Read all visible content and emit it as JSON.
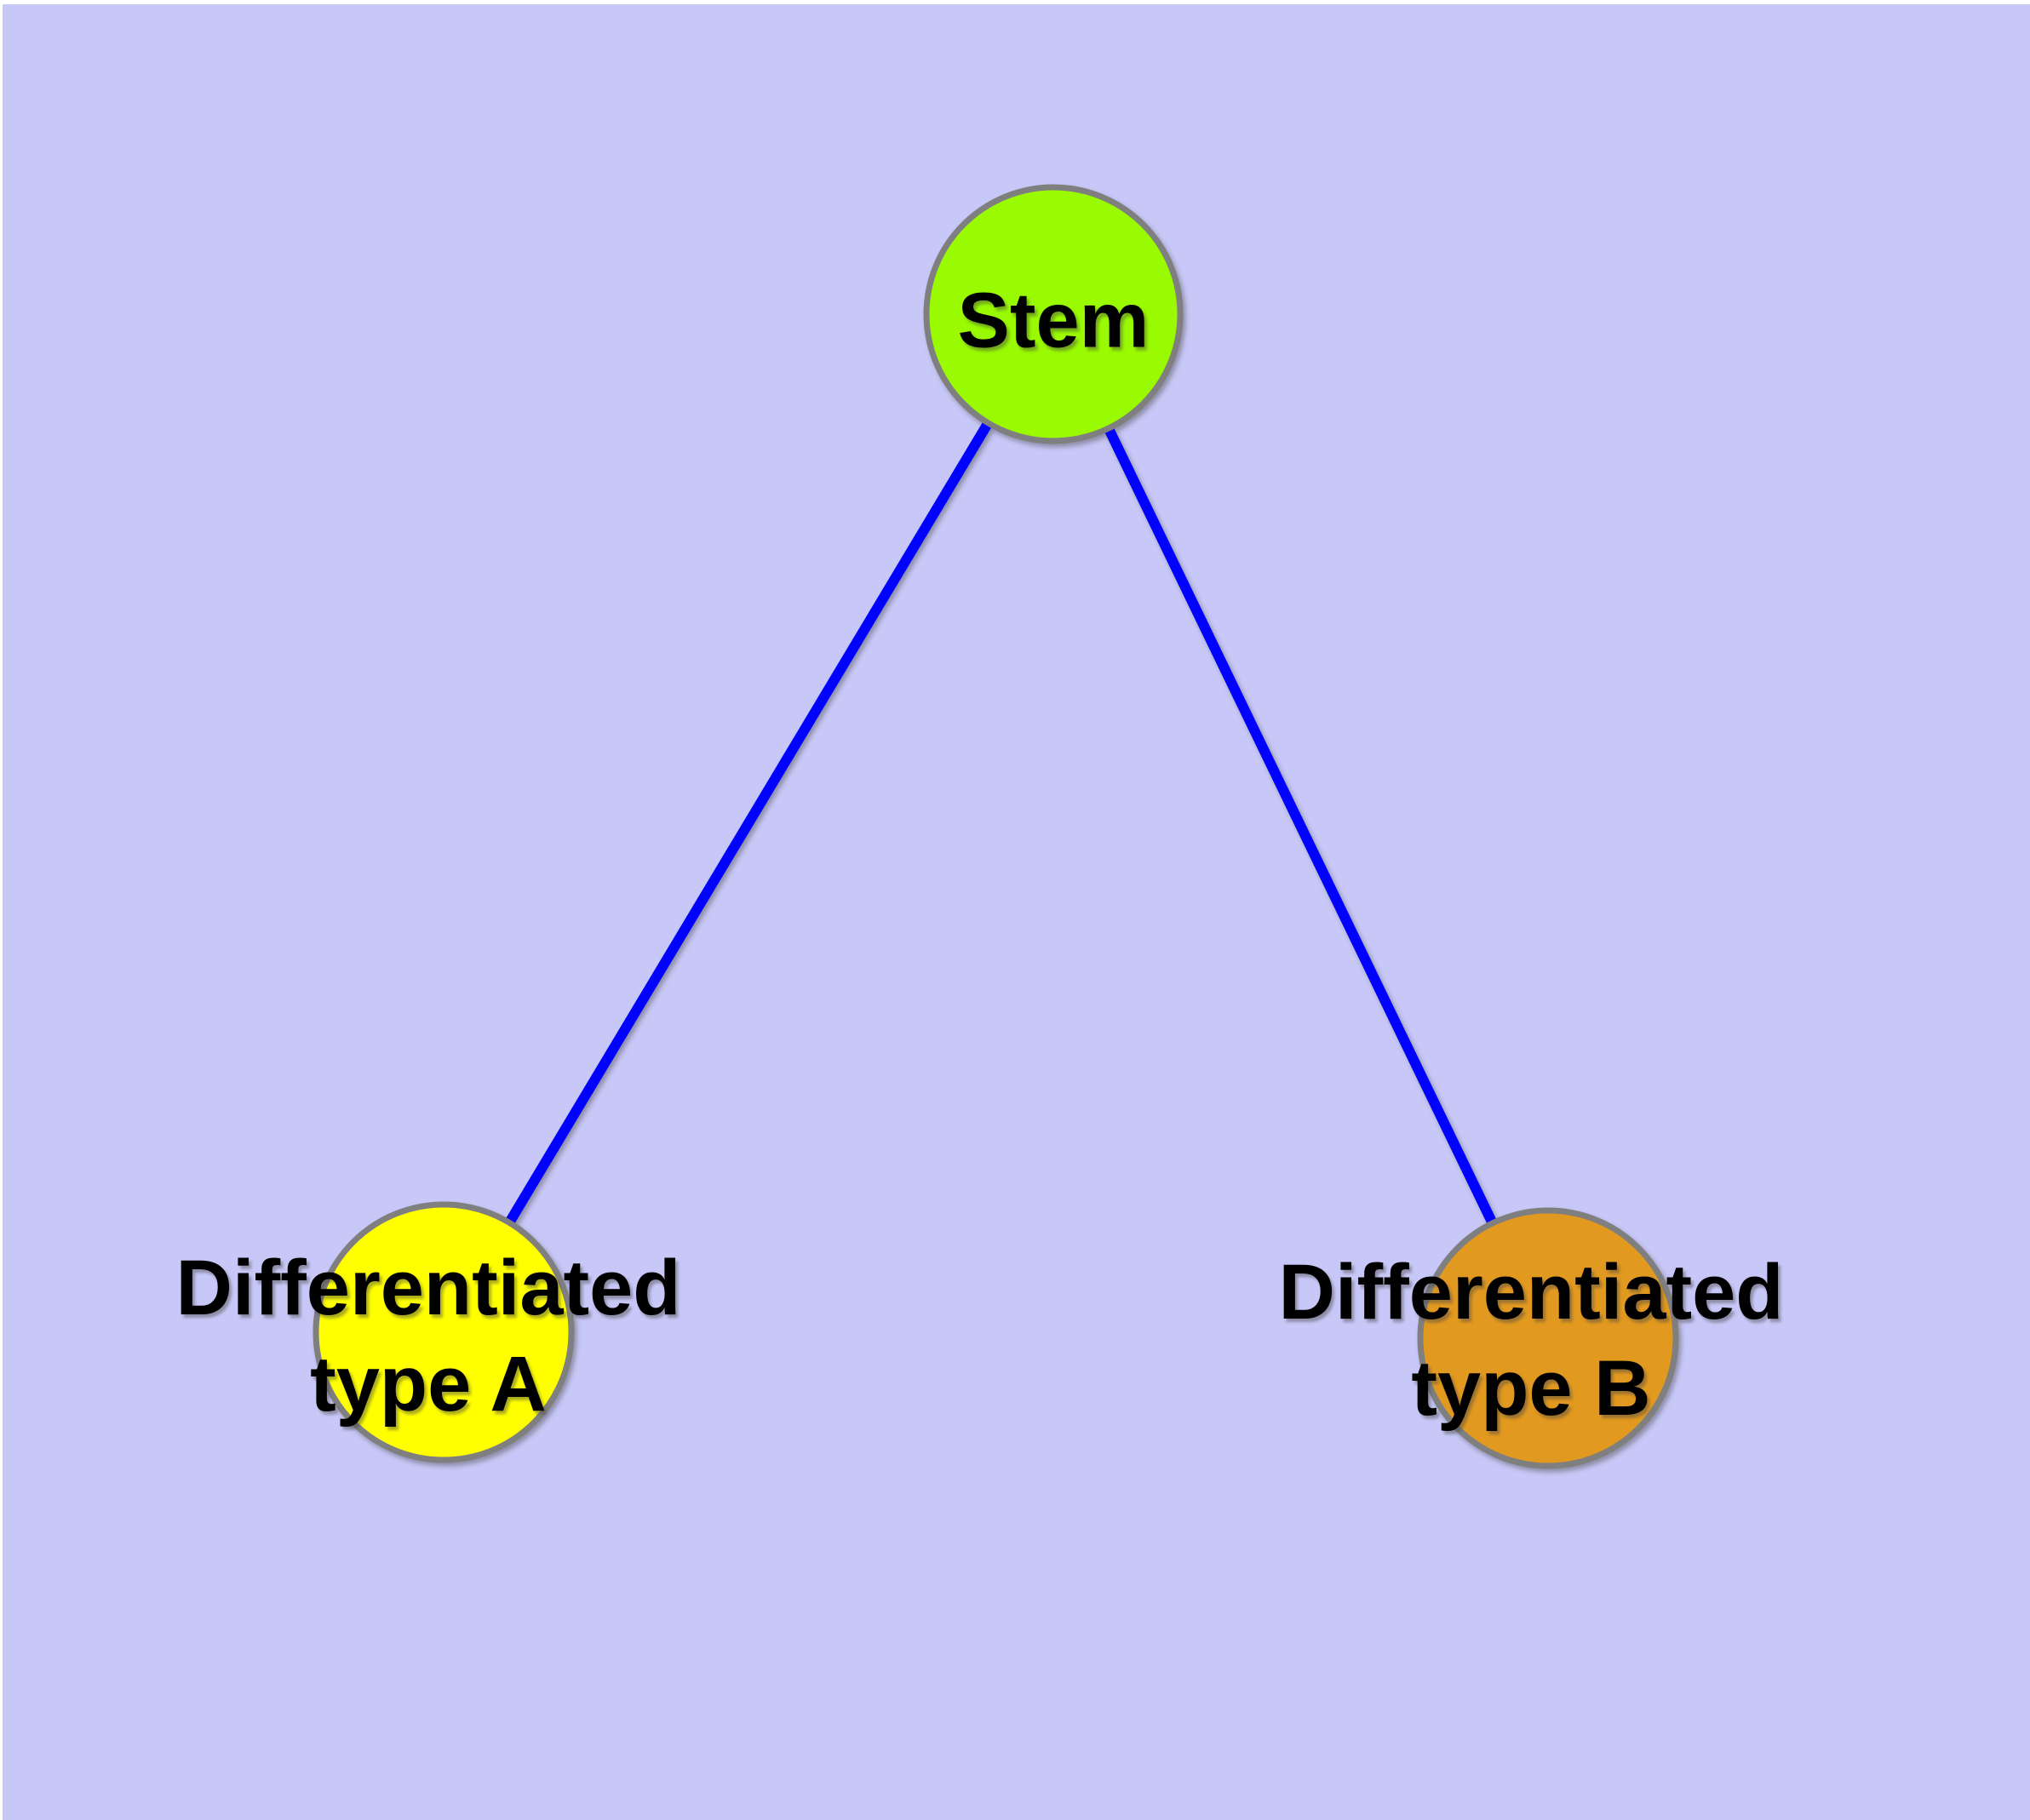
{
  "diagram": {
    "background_color": "#C8C8F8",
    "margin_color": "#FFFFFF",
    "node_style": {
      "border_color": "#7F7F7F",
      "label_color": "#000000"
    },
    "edge_style": {
      "color": "#0101FF"
    },
    "nodes": [
      {
        "id": "stem",
        "label": "Stem",
        "color": "#99FA01"
      },
      {
        "id": "differentiated-type-a",
        "label": "Differentiated\ntype A",
        "color": "#FFFF00"
      },
      {
        "id": "differentiated-type-b",
        "label": "Differentiated\ntype B",
        "color": "#E2991F"
      }
    ],
    "edges": [
      {
        "from": "stem",
        "to": "differentiated-type-a"
      },
      {
        "from": "stem",
        "to": "differentiated-type-b"
      }
    ]
  }
}
